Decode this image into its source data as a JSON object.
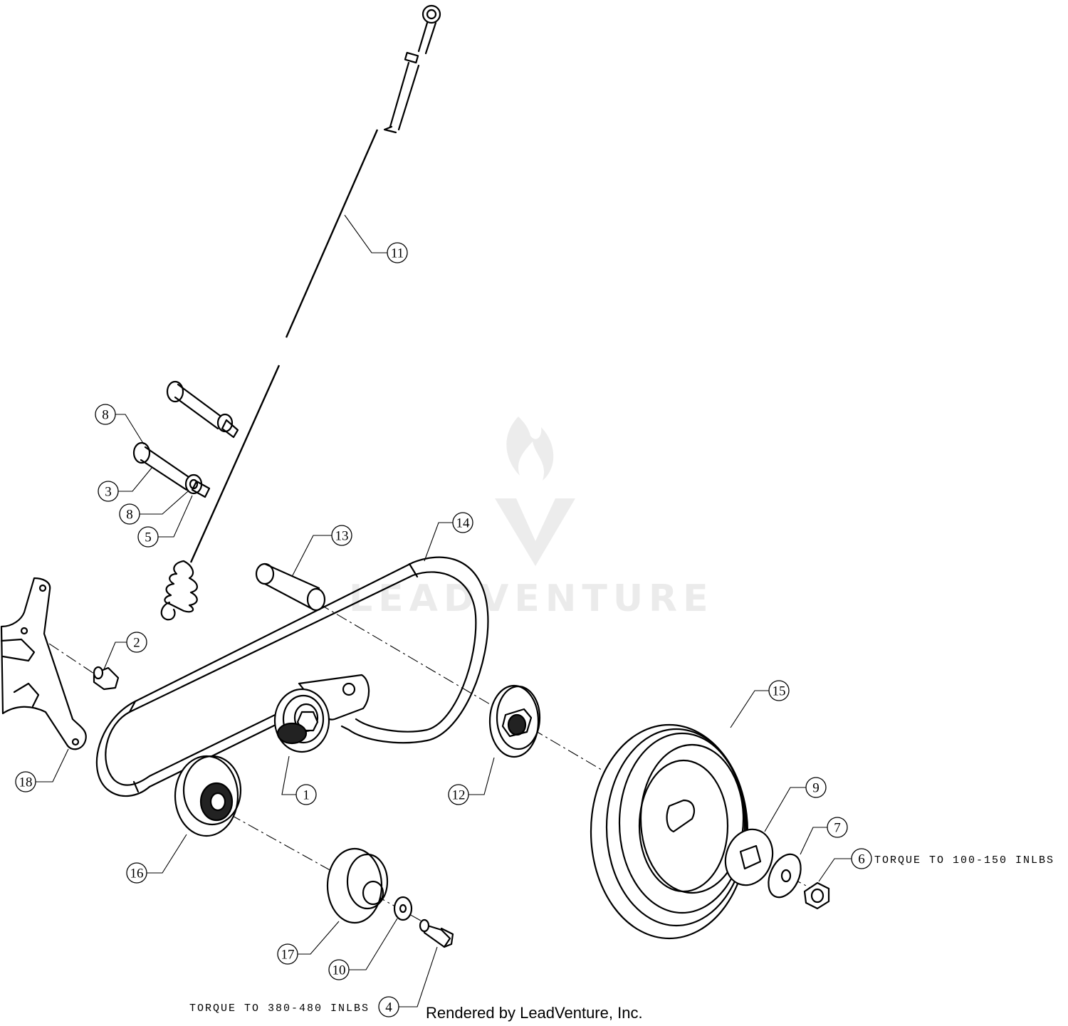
{
  "balloons": [
    {
      "num": "1"
    },
    {
      "num": "2"
    },
    {
      "num": "3"
    },
    {
      "num": "4"
    },
    {
      "num": "5"
    },
    {
      "num": "6"
    },
    {
      "num": "7"
    },
    {
      "num": "8"
    },
    {
      "num": "8"
    },
    {
      "num": "9"
    },
    {
      "num": "10"
    },
    {
      "num": "11"
    },
    {
      "num": "12"
    },
    {
      "num": "13"
    },
    {
      "num": "14"
    },
    {
      "num": "15"
    },
    {
      "num": "16"
    },
    {
      "num": "17"
    },
    {
      "num": "18"
    }
  ],
  "notes": {
    "torque_nut": "TORQUE TO 100-150 INLBS",
    "torque_bolt": "TORQUE TO 380-480 INLBS"
  },
  "credit": "Rendered by LeadVenture, Inc.",
  "watermark": "LEADVENTURE",
  "colors": {
    "line": "#000000",
    "watermark": "#c8c8c8",
    "background": "#ffffff"
  }
}
